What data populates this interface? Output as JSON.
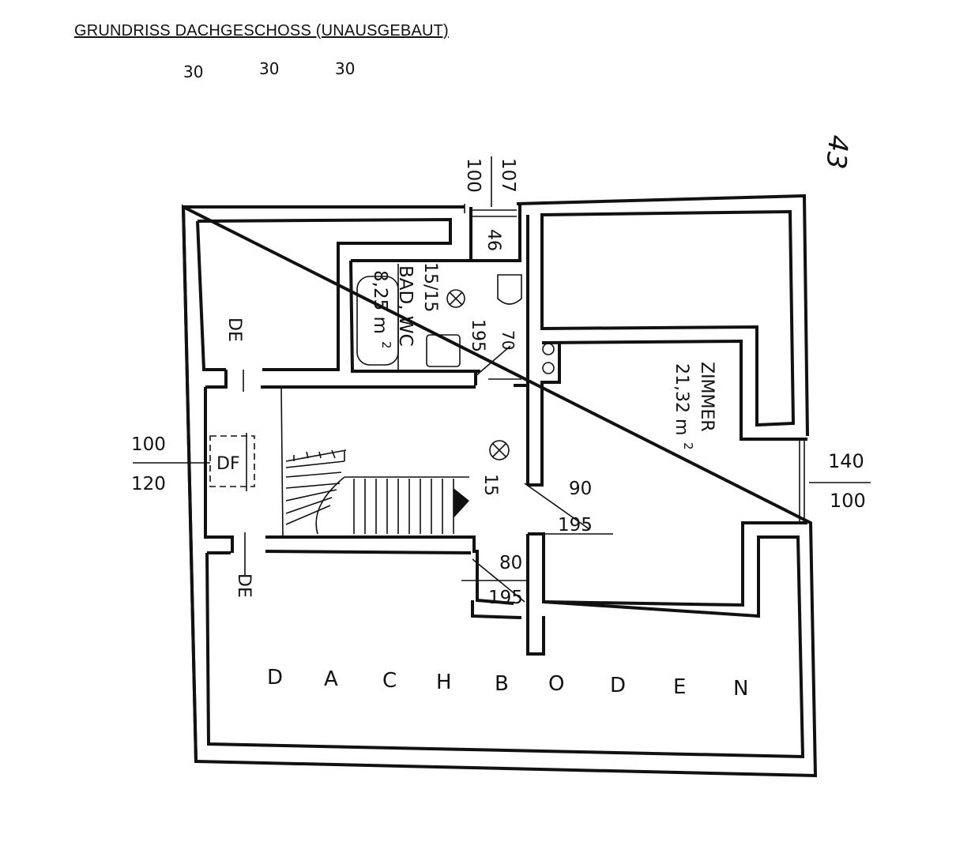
{
  "title": "GRUNDRISS DACHGESCHOSS (UNAUSGEBAUT)",
  "top_partial": [
    "30",
    "30",
    "30"
  ],
  "page_mark": "43",
  "rooms": {
    "bad": {
      "name": "BAD, WC",
      "area": "8,25 m",
      "sup": "2",
      "note": "15/15"
    },
    "zimmer": {
      "name": "ZIMMER",
      "area": "21,32 m",
      "sup": "2"
    },
    "dachboden": [
      "D",
      "A",
      "C",
      "H",
      "B",
      "O",
      "D",
      "E",
      "N"
    ]
  },
  "labels": {
    "de_top": "DE",
    "de_bottom": "DE",
    "df": "DF",
    "hall": "15",
    "hall_small": "46"
  },
  "dims": {
    "window_top_a": "100",
    "window_top_b": "107",
    "window_left_a": "100",
    "window_left_b": "120",
    "window_right_a": "140",
    "window_right_b": "100",
    "door_bad_a": "70",
    "door_bad_b": "195",
    "door_zimmer_a": "90",
    "door_zimmer_b": "195",
    "door_boden_a": "80",
    "door_boden_b": "195"
  }
}
